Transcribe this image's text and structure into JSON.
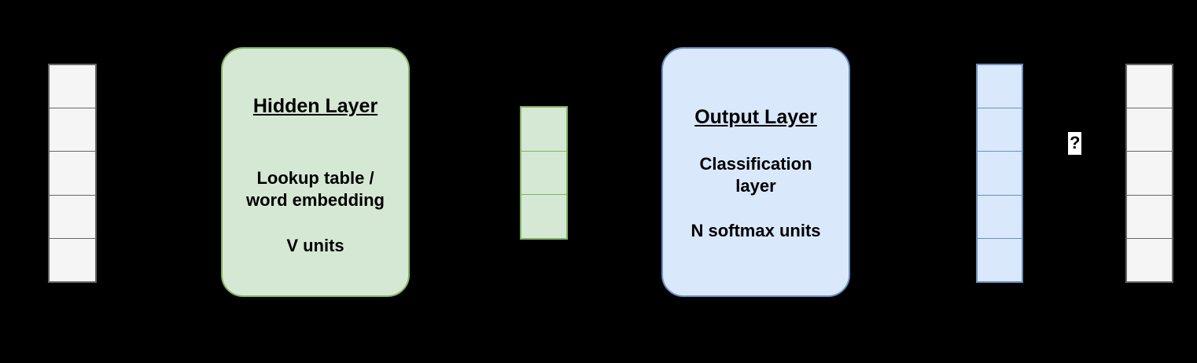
{
  "diagram": {
    "background_color": "#000000",
    "nodes": {
      "input_vector": {
        "name": "input one-hot vector",
        "cells": 5,
        "fill": "#f5f5f5",
        "stroke": "#666666"
      },
      "hidden_layer": {
        "title": "Hidden Layer",
        "line1": "Lookup table /",
        "line2": "word embedding",
        "line3": "V units",
        "fill": "#d5e8d4",
        "stroke": "#82b366"
      },
      "embedding_vector": {
        "name": "embedding vector",
        "cells": 3,
        "fill": "#d5e8d4",
        "stroke": "#82b366"
      },
      "output_layer": {
        "title": "Output Layer",
        "line1": "Classification",
        "line2": "layer",
        "line3": "N softmax units",
        "fill": "#dae8fc",
        "stroke": "#6c8ebf"
      },
      "output_vector": {
        "name": "softmax output vector",
        "cells": 5,
        "fill": "#dae8fc",
        "stroke": "#6c8ebf"
      },
      "question_label": {
        "text": "?"
      },
      "target_vector": {
        "name": "target vector",
        "cells": 5,
        "fill": "#f5f5f5",
        "stroke": "#666666"
      }
    }
  }
}
